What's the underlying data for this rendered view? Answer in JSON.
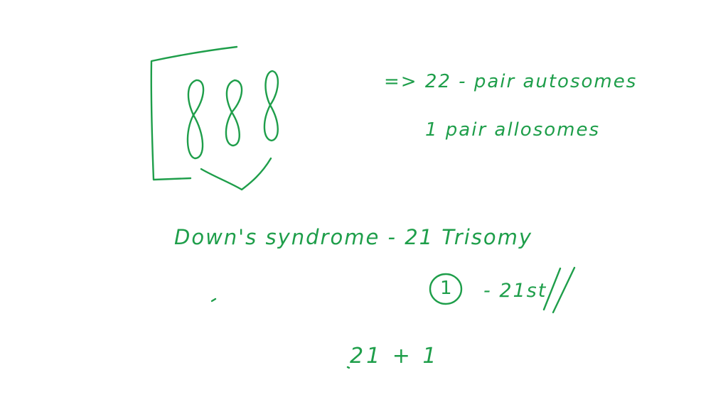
{
  "ink_color": "#1e9e4a",
  "background_color": "#ffffff",
  "notes": {
    "line1": "=> 22 - pair autosomes",
    "line2": "1  pair  allosomes",
    "line3": "Down's  syndrome  -  21  Trisomy",
    "line4_circled": "1",
    "line4_rest": "- 21st",
    "line5": "21 + 1"
  }
}
